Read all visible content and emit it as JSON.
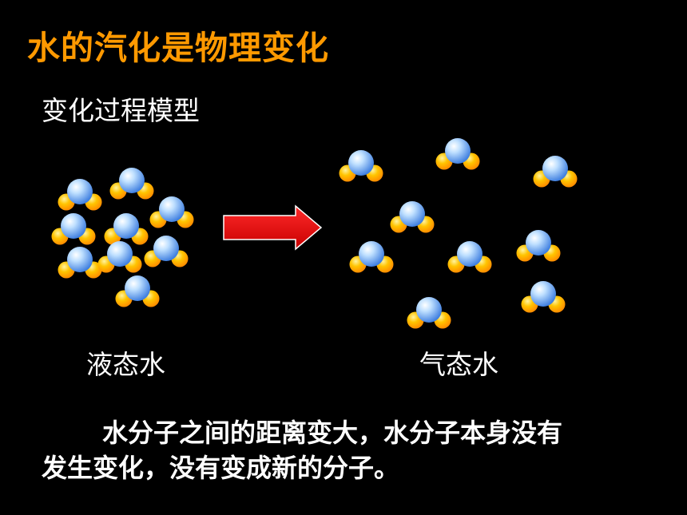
{
  "slide": {
    "title": "水的汽化是物理变化",
    "subtitle": "变化过程模型",
    "liquid_label": "液态水",
    "gas_label": "气态水",
    "conclusion_line1": "水分子之间的距离变大，水分子本身没有",
    "conclusion_line2": "发生变化，没有变成新的分子。"
  },
  "colors": {
    "background": "#000000",
    "title": "#ff9900",
    "text": "#ffffff",
    "arrow": "#ff0000",
    "oxygen_atom": "#8fc8ff",
    "hydrogen_atom": "#ffb800"
  },
  "icons": {
    "water_molecule": "water-molecule-icon",
    "arrow": "arrow-right-icon"
  }
}
